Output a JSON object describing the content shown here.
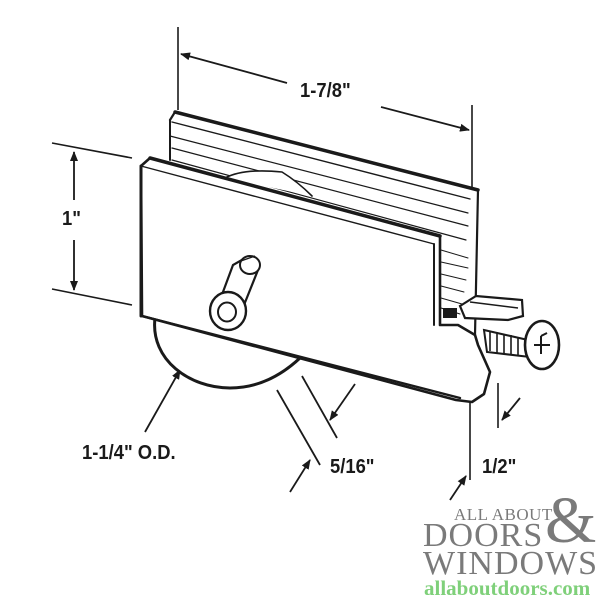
{
  "diagram": {
    "subject": "Sliding door roller assembly with adjustment screw",
    "dimensions": {
      "width_label": "1-7/8\"",
      "height_label": "1\"",
      "wheel_od_label": "1-1/4\" O.D.",
      "wheel_width_label": "5/16\"",
      "housing_width_label": "1/2\""
    },
    "colors": {
      "line": "#1a1a1a",
      "background": "#ffffff"
    }
  },
  "watermark": {
    "line1": "ALL ABOUT",
    "line2": "DOORS",
    "ampersand": "&",
    "line3": "WINDOWS",
    "url": "allaboutdoors.com",
    "colors": {
      "text": "#7a7a7a",
      "url": "#7fd07a"
    }
  }
}
